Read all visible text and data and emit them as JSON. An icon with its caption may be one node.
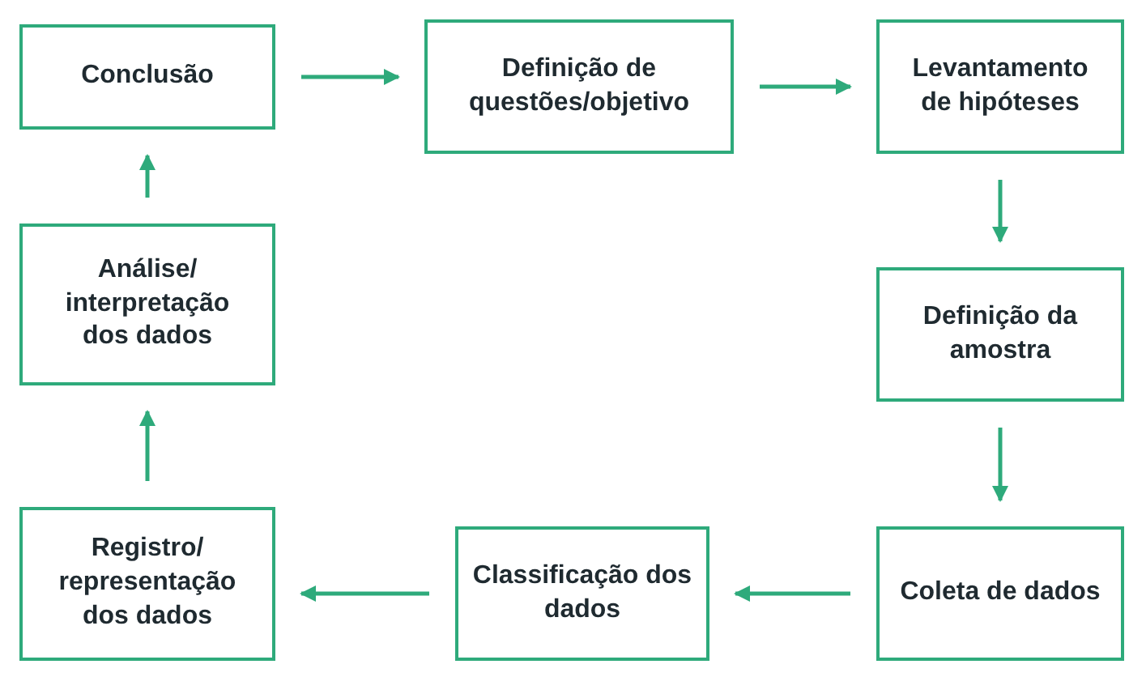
{
  "diagram": {
    "nodes": [
      {
        "text": [
          "Conclusão"
        ]
      },
      {
        "text": [
          "Definição de questões/objetivo"
        ]
      },
      {
        "text": [
          "Levantamento de hipóteses"
        ]
      },
      {
        "text": [
          "Definição da amostra"
        ]
      },
      {
        "text": [
          "Coleta de dados"
        ]
      },
      {
        "text": [
          "Classificação dos dados"
        ]
      },
      {
        "text": [
          "Registro/ representação dos dados"
        ]
      },
      {
        "text": [
          "Análise/ interpretação dos dados"
        ]
      }
    ],
    "edges": [
      {
        "from": 0,
        "to": 1,
        "arrow": "to"
      },
      {
        "from": 1,
        "to": 2,
        "arrow": "to"
      },
      {
        "from": 2,
        "to": 3,
        "arrow": "to"
      },
      {
        "from": 3,
        "to": 4,
        "arrow": "to"
      },
      {
        "from": 4,
        "to": 5,
        "arrow": "to"
      },
      {
        "from": 5,
        "to": 6,
        "arrow": "to"
      },
      {
        "from": 6,
        "to": 7,
        "arrow": "to"
      },
      {
        "from": 7,
        "to": 0,
        "arrow": "to"
      }
    ]
  }
}
